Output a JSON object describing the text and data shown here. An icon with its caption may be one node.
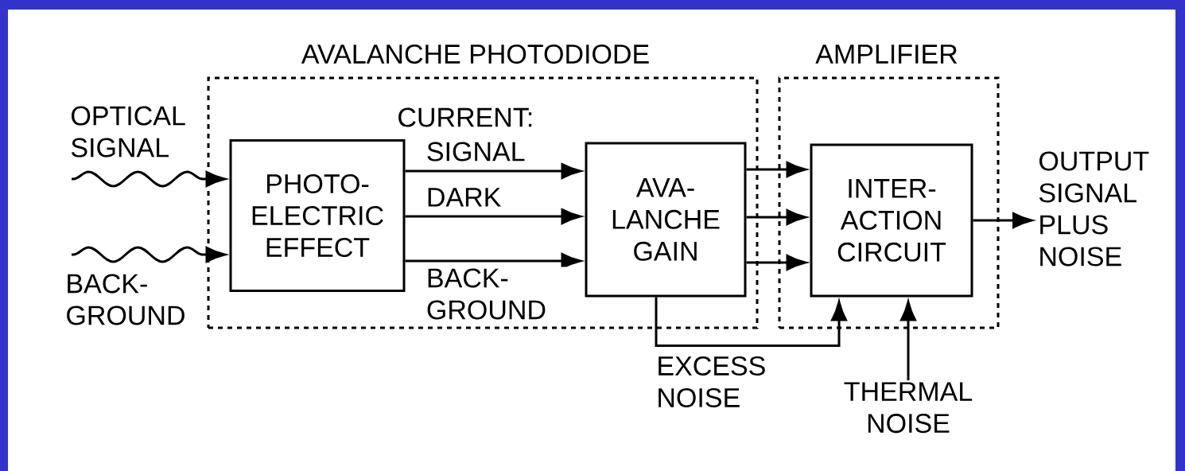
{
  "diagram": {
    "nodes": [
      {
        "text": [
          "AVALANCHE PHOTODIODE"
        ]
      },
      {
        "text": [
          "AMPLIFIER"
        ]
      },
      {
        "text": [
          "OPTICAL SIGNAL"
        ]
      },
      {
        "text": [
          "BACK-GROUND"
        ]
      },
      {
        "text": [
          "PHOTO-ELECTRIC EFFECT"
        ],
        "in": 0
      },
      {
        "text": [
          "AVA-LANCHE GAIN"
        ],
        "in": 0
      },
      {
        "text": [
          "INTER-ACTION CIRCUIT"
        ],
        "in": 1
      },
      {
        "text": [
          "OUTPUT SIGNAL PLUS NOISE"
        ]
      },
      {
        "text": [
          "THERMAL NOISE"
        ]
      }
    ],
    "edges": [
      {
        "from": 2,
        "to": 4,
        "arrow": "to"
      },
      {
        "from": 3,
        "to": 4,
        "arrow": "to"
      },
      {
        "from": 4,
        "to": 5,
        "arrow": "to",
        "label": "SIGNAL"
      },
      {
        "from": 4,
        "to": 5,
        "arrow": "to",
        "label": "DARK"
      },
      {
        "from": 4,
        "to": 5,
        "arrow": "to",
        "label": "BACK-GROUND"
      },
      {
        "from": 5,
        "to": 6,
        "arrow": "to"
      },
      {
        "from": 5,
        "to": 6,
        "arrow": "to"
      },
      {
        "from": 5,
        "to": 6,
        "arrow": "to"
      },
      {
        "from": 6,
        "to": 7,
        "arrow": "to"
      },
      {
        "from": 5,
        "to": 6,
        "arrow": "to",
        "label": "EXCESS NOISE"
      },
      {
        "from": 8,
        "to": 6,
        "arrow": "to"
      }
    ],
    "labels": [
      "CURRENT:"
    ]
  }
}
